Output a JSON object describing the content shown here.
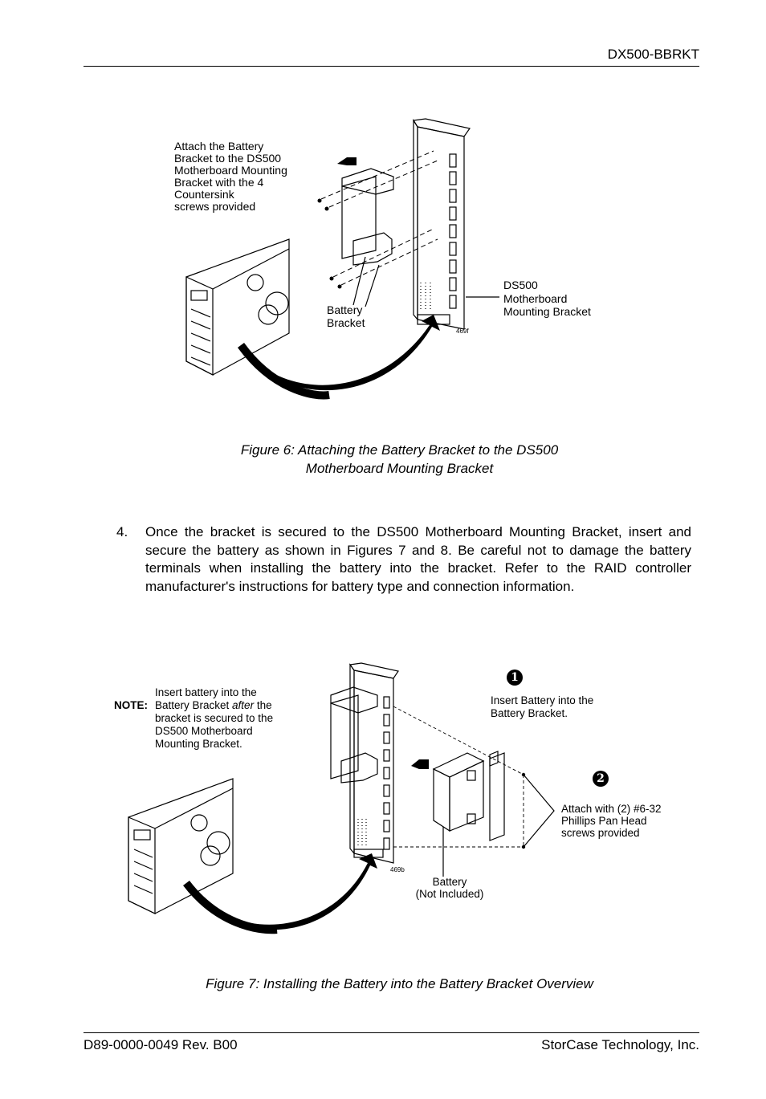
{
  "header": {
    "title": "DX500-BBRKT"
  },
  "figure6": {
    "callout_attach": "Attach the Battery\nBracket to the DS500\nMotherboard Mounting\nBracket with the 4\nCountersink\nscrews provided",
    "callout_battery_bracket": "Battery\nBracket",
    "callout_ds500": "DS500\nMotherboard\nMounting Bracket",
    "code": "469f",
    "caption_line1": "Figure 6:  Attaching the Battery Bracket to the DS500",
    "caption_line2": "Motherboard  Mounting  Bracket"
  },
  "step": {
    "number": "4.",
    "text": "Once the bracket is secured to the DS500 Motherboard Mounting Bracket, insert and secure the battery as shown in Figures 7 and 8.  Be careful not to damage the battery terminals when installing the battery into the bracket.  Refer to the RAID controller manufacturer's instructions for battery type and connection information."
  },
  "figure7": {
    "note_label": "NOTE:",
    "note_pre": "Insert battery into the\nBattery Bracket ",
    "note_em": "after",
    "note_post": " the\nbracket is secured to the\nDS500 Motherboard\nMounting Bracket.",
    "step1_badge": "1",
    "step1_text": "Insert Battery into the\nBattery Bracket.",
    "step2_badge": "2",
    "step2_text": "Attach with (2) #6-32\nPhillips Pan Head\nscrews provided",
    "battery_label": "Battery\n(Not Included)",
    "code": "469b",
    "caption": "Figure 7:  Installing the Battery into the Battery Bracket Overview"
  },
  "footer": {
    "left": "D89-0000-0049  Rev. B00",
    "right": "StorCase Technology, Inc."
  }
}
